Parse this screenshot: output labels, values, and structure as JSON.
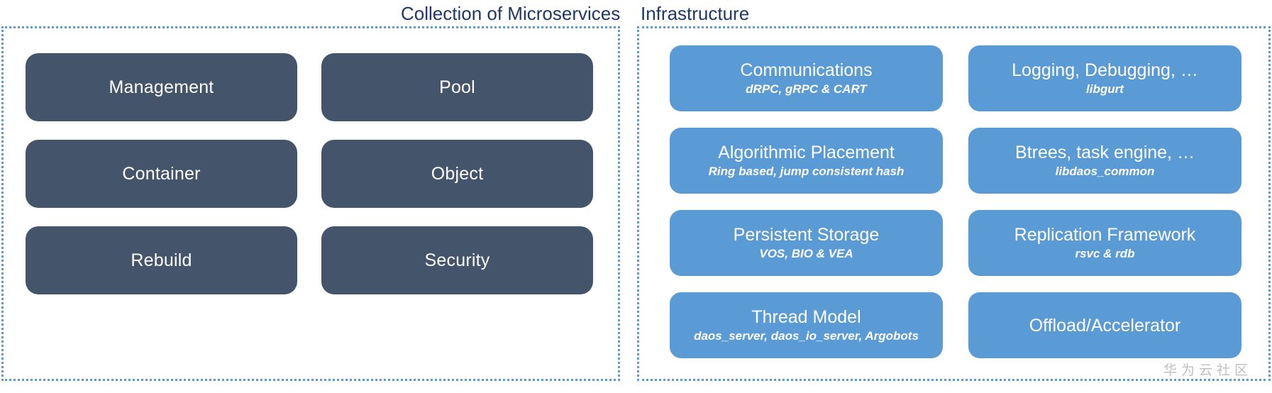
{
  "panels": {
    "microservices": {
      "title": "Collection of Microservices",
      "boxes": [
        {
          "label": "Management"
        },
        {
          "label": "Pool"
        },
        {
          "label": "Container"
        },
        {
          "label": "Object"
        },
        {
          "label": "Rebuild"
        },
        {
          "label": "Security"
        }
      ]
    },
    "infrastructure": {
      "title": "Infrastructure",
      "boxes": [
        {
          "label": "Communications",
          "sub": "dRPC, gRPC & CART"
        },
        {
          "label": "Logging, Debugging, …",
          "sub": "libgurt"
        },
        {
          "label": "Algorithmic Placement",
          "sub": "Ring based, jump consistent hash"
        },
        {
          "label": "Btrees, task engine, …",
          "sub": "libdaos_common"
        },
        {
          "label": "Persistent Storage",
          "sub": "VOS, BIO & VEA"
        },
        {
          "label": "Replication Framework",
          "sub": "rsvc & rdb"
        },
        {
          "label": "Thread Model",
          "sub": "daos_server, daos_io_server, Argobots"
        },
        {
          "label": "Offload/Accelerator",
          "sub": ""
        }
      ]
    }
  },
  "watermark": "华为云社区",
  "colors": {
    "title_text": "#1F3864",
    "panel_border": "#5B9BD5",
    "microservice_box": "#44546A",
    "infrastructure_box": "#5B9BD5",
    "box_text": "#FFFFFF",
    "watermark_text": "#BFBFBF",
    "background": "#FFFFFF"
  }
}
